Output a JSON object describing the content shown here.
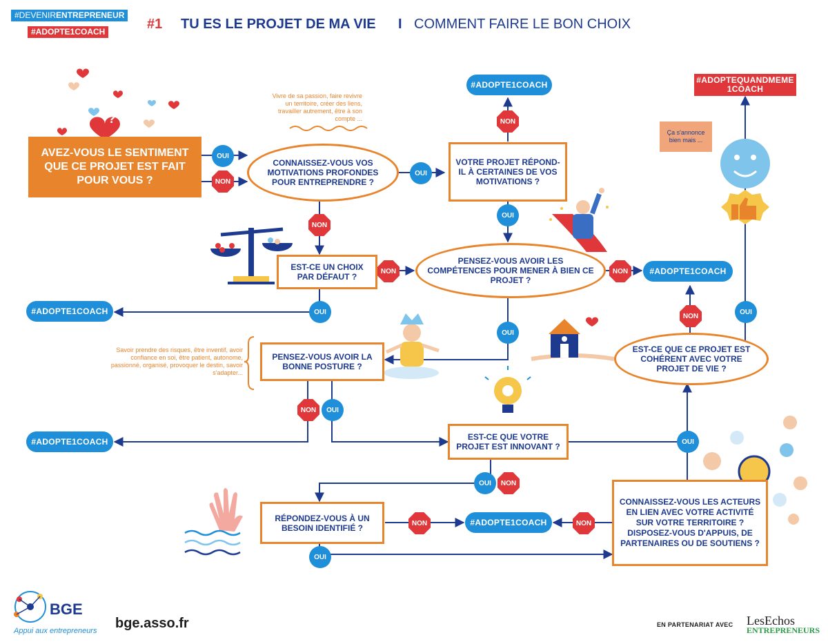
{
  "header": {
    "hashtag_1_light": "#DEVENIR",
    "hashtag_1_bold": "ENTREPRENEUR",
    "hashtag_2": "#ADOPTE1COACH",
    "number": "#1",
    "title_bold": "TU ES LE PROJET DE MA VIE",
    "separator": "I",
    "title_light": "COMMENT FAIRE LE BON CHOIX"
  },
  "nodes": {
    "start": "AVEZ-VOUS LE SENTIMENT QUE CE PROJET EST FAIT POUR VOUS ?",
    "motivations": "CONNAISSEZ-VOUS VOS MOTIVATIONS PROFONDES POUR ENTREPRENDRE ?",
    "repond": "VOTRE PROJET RÉPOND-IL À CERTAINES DE VOS MOTIVATIONS ?",
    "choix": "EST-CE UN CHOIX PAR DÉFAUT ?",
    "competences": "PENSEZ-VOUS AVOIR LES COMPÉTENCES POUR MENER À BIEN CE PROJET ?",
    "posture": "PENSEZ-VOUS AVOIR LA BONNE POSTURE ?",
    "coherent": "EST-CE QUE CE PROJET EST COHÉRENT AVEC VOTRE PROJET DE VIE ?",
    "innovant": "EST-CE QUE VOTRE PROJET EST INNOVANT ?",
    "besoin": "RÉPONDEZ-VOUS À UN BESOIN IDENTIFIÉ ?",
    "acteurs": "CONNAISSEZ-VOUS LES ACTEURS EN LIEN AVEC VOTRE ACTIVITÉ SUR VOTRE TERRITOIRE ? DISPOSEZ-VOUS D'APPUIS, DE PARTENAIRES OU DE SOUTIENS ?"
  },
  "tags": {
    "adopte": "#ADOPTE1COACH",
    "adopte_quand_meme": "#ADOPTEQUANDMEME 1COACH"
  },
  "labels": {
    "oui": "OUI",
    "non": "NON"
  },
  "notes": {
    "passion": "Vivre de sa passion, faire revivre un territoire, créer des liens, travailler autrement, être à son compte ...",
    "posture": "Savoir prendre des risques, être inventif, avoir confiance en soi, être patient, autonome, passionné, organisé, provoquer le destin, savoir s'adapter...",
    "bubble": "Ça s'annonce bien mais ...",
    "heart_symbol": "?"
  },
  "footer": {
    "logo": "BGE",
    "tagline": "Appui aux entrepreneurs",
    "url": "bge.asso.fr",
    "partner": "EN PARTENARIAT AVEC",
    "echos_1": "LesEchos",
    "echos_2": "ENTREPRENEURS"
  },
  "colors": {
    "blue": "#1e8fd8",
    "red": "#e0383a",
    "orange": "#e8842c",
    "navy": "#1d3a8f"
  }
}
